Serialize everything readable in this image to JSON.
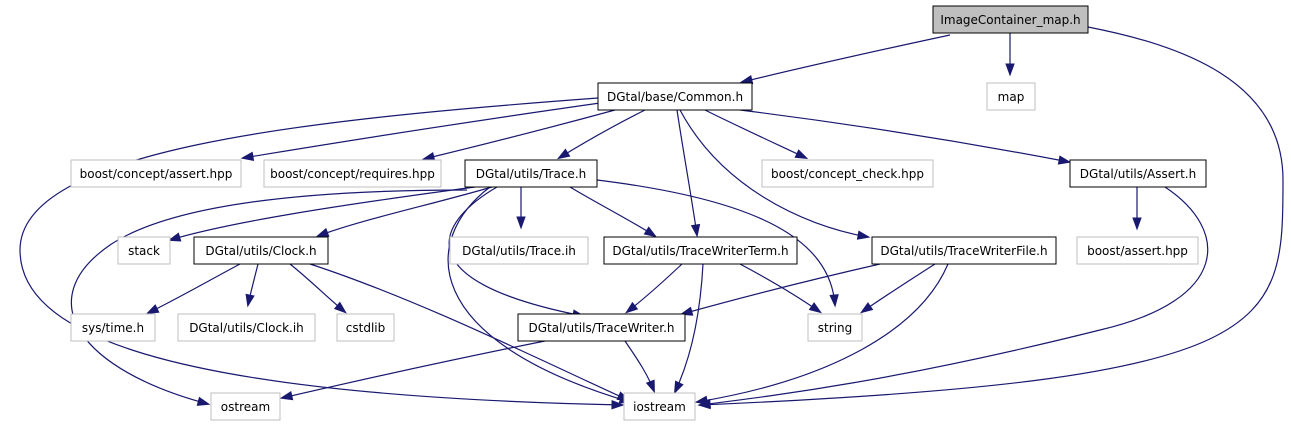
{
  "colors": {
    "edge": "#191970",
    "root_fill": "#bfbfbf",
    "root_stroke": "#000000",
    "documented_stroke": "#000000",
    "external_stroke": "#bfbfbf",
    "text": "#000000",
    "background": "#ffffff"
  },
  "nodes": [
    {
      "id": "n_image",
      "label": "ImageContainer_map.h",
      "kind": "root"
    },
    {
      "id": "n_common",
      "label": "DGtal/base/Common.h",
      "kind": "documented"
    },
    {
      "id": "n_map",
      "label": "map",
      "kind": "external"
    },
    {
      "id": "n_bca",
      "label": "boost/concept/assert.hpp",
      "kind": "external"
    },
    {
      "id": "n_bcr",
      "label": "boost/concept/requires.hpp",
      "kind": "external"
    },
    {
      "id": "n_trace",
      "label": "DGtal/utils/Trace.h",
      "kind": "documented"
    },
    {
      "id": "n_bcc",
      "label": "boost/concept_check.hpp",
      "kind": "external"
    },
    {
      "id": "n_assert",
      "label": "DGtal/utils/Assert.h",
      "kind": "documented"
    },
    {
      "id": "n_stack",
      "label": "stack",
      "kind": "external"
    },
    {
      "id": "n_clock",
      "label": "DGtal/utils/Clock.h",
      "kind": "documented"
    },
    {
      "id": "n_traceih",
      "label": "DGtal/utils/Trace.ih",
      "kind": "external"
    },
    {
      "id": "n_twterm",
      "label": "DGtal/utils/TraceWriterTerm.h",
      "kind": "documented"
    },
    {
      "id": "n_twfile",
      "label": "DGtal/utils/TraceWriterFile.h",
      "kind": "documented"
    },
    {
      "id": "n_bassert",
      "label": "boost/assert.hpp",
      "kind": "external"
    },
    {
      "id": "n_systime",
      "label": "sys/time.h",
      "kind": "external"
    },
    {
      "id": "n_clockih",
      "label": "DGtal/utils/Clock.ih",
      "kind": "external"
    },
    {
      "id": "n_cstdlib",
      "label": "cstdlib",
      "kind": "external"
    },
    {
      "id": "n_tw",
      "label": "DGtal/utils/TraceWriter.h",
      "kind": "documented"
    },
    {
      "id": "n_string",
      "label": "string",
      "kind": "external"
    },
    {
      "id": "n_ostream",
      "label": "ostream",
      "kind": "external"
    },
    {
      "id": "n_iostream",
      "label": "iostream",
      "kind": "external"
    }
  ],
  "edges": [
    {
      "from": "n_image",
      "to": "n_common"
    },
    {
      "from": "n_image",
      "to": "n_map"
    },
    {
      "from": "n_image",
      "to": "n_iostream"
    },
    {
      "from": "n_common",
      "to": "n_bca"
    },
    {
      "from": "n_common",
      "to": "n_bcr"
    },
    {
      "from": "n_common",
      "to": "n_trace"
    },
    {
      "from": "n_common",
      "to": "n_twterm"
    },
    {
      "from": "n_common",
      "to": "n_bcc"
    },
    {
      "from": "n_common",
      "to": "n_twfile"
    },
    {
      "from": "n_common",
      "to": "n_assert"
    },
    {
      "from": "n_common",
      "to": "n_iostream"
    },
    {
      "from": "n_trace",
      "to": "n_stack"
    },
    {
      "from": "n_trace",
      "to": "n_clock"
    },
    {
      "from": "n_trace",
      "to": "n_ostream"
    },
    {
      "from": "n_trace",
      "to": "n_iostream"
    },
    {
      "from": "n_trace",
      "to": "n_traceih"
    },
    {
      "from": "n_trace",
      "to": "n_twterm"
    },
    {
      "from": "n_trace",
      "to": "n_tw"
    },
    {
      "from": "n_trace",
      "to": "n_string"
    },
    {
      "from": "n_assert",
      "to": "n_bassert"
    },
    {
      "from": "n_assert",
      "to": "n_iostream"
    },
    {
      "from": "n_clock",
      "to": "n_systime"
    },
    {
      "from": "n_clock",
      "to": "n_clockih"
    },
    {
      "from": "n_clock",
      "to": "n_cstdlib"
    },
    {
      "from": "n_clock",
      "to": "n_iostream"
    },
    {
      "from": "n_twterm",
      "to": "n_tw"
    },
    {
      "from": "n_twterm",
      "to": "n_string"
    },
    {
      "from": "n_twterm",
      "to": "n_iostream"
    },
    {
      "from": "n_twfile",
      "to": "n_tw"
    },
    {
      "from": "n_twfile",
      "to": "n_string"
    },
    {
      "from": "n_twfile",
      "to": "n_iostream"
    },
    {
      "from": "n_tw",
      "to": "n_ostream"
    },
    {
      "from": "n_tw",
      "to": "n_iostream"
    }
  ]
}
